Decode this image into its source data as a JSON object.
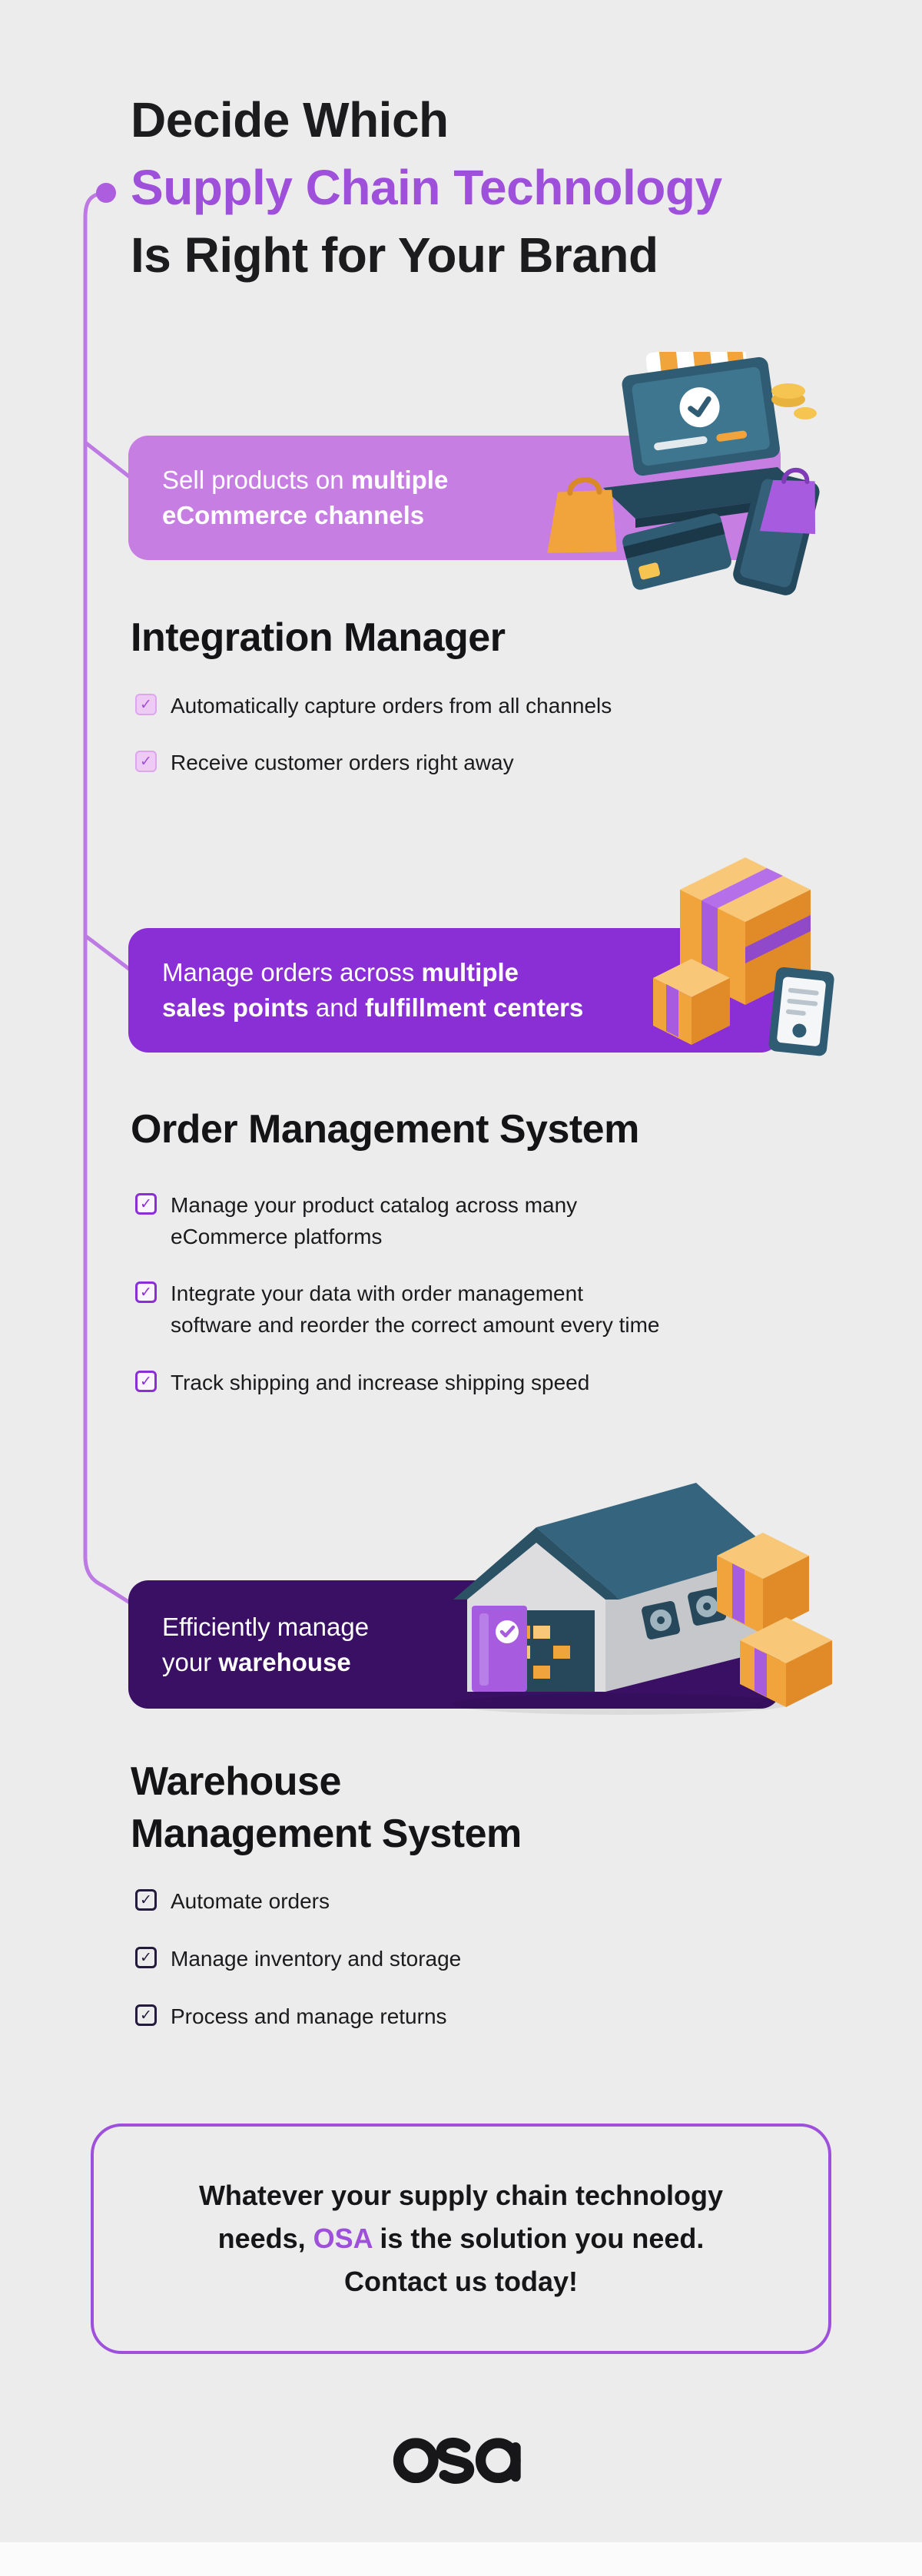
{
  "title": {
    "line1": "Decide Which",
    "line2": "Supply Chain Technology",
    "line3": "Is Right for Your Brand"
  },
  "banners": {
    "b1": {
      "r1": "Sell products on ",
      "bold1": "multiple",
      "bold2": "eCommerce channels"
    },
    "b2": {
      "r1": "Manage orders across ",
      "bold1": "multiple",
      "bold2": "sales points",
      "r2": " and ",
      "bold3": "fulfillment centers"
    },
    "b3": {
      "r1": "Efficiently manage",
      "r2": "your ",
      "bold1": "warehouse"
    }
  },
  "sections": {
    "s1": {
      "heading": "Integration Manager",
      "items": [
        [
          "Automatically capture orders from all channels"
        ],
        [
          "Receive customer orders right away"
        ]
      ]
    },
    "s2": {
      "heading": "Order Management System",
      "items": [
        [
          "Manage your product catalog across many",
          "eCommerce platforms"
        ],
        [
          "Integrate your data with order management",
          "software and reorder the correct amount every time"
        ],
        [
          "Track shipping and increase shipping speed"
        ]
      ]
    },
    "s3": {
      "line1": "Warehouse",
      "line2": "Management System",
      "items": [
        [
          "Automate orders"
        ],
        [
          "Manage inventory and storage"
        ],
        [
          "Process and manage returns"
        ]
      ]
    }
  },
  "cta": {
    "line1": "Whatever your supply chain technology",
    "line2_pre": "needs, ",
    "brand": "OSA",
    "line2_post": " is the solution you need.",
    "line3": "Contact us today!"
  },
  "logo": {
    "text": "osa"
  },
  "icons": {
    "check": "✓"
  },
  "colors": {
    "background": "#ECECED",
    "accent_purple": "#9E50DA",
    "banner_light": "#C77EE2",
    "banner_medium": "#8A2ED6",
    "banner_dark": "#3A1065",
    "connector_line": "#BE7AE3",
    "illustration_teal": "#2F5B73",
    "illustration_orange": "#F2A43C"
  }
}
